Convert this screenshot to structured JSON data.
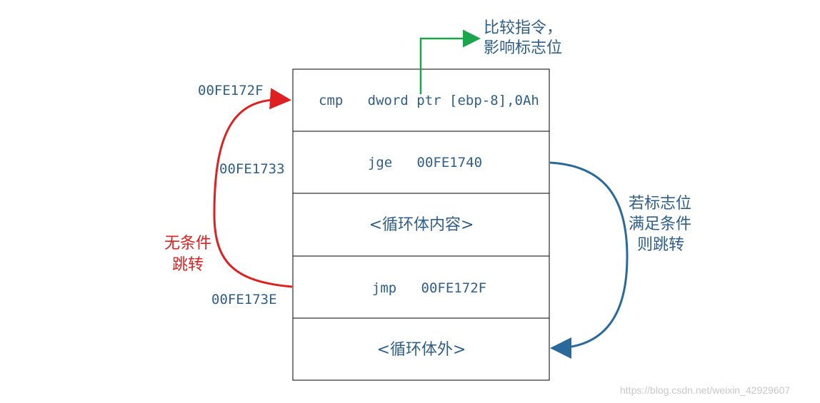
{
  "blocks": [
    {
      "label": "cmp   dword ptr [ebp-8],0Ah"
    },
    {
      "label": "jge   00FE1740"
    },
    {
      "label": "<循环体内容>"
    },
    {
      "label": "jmp   00FE172F"
    },
    {
      "label": "<循环体外>"
    }
  ],
  "addresses": {
    "cmp": "00FE172F",
    "jge": "00FE1733",
    "jmp": "00FE173E"
  },
  "annotations": {
    "compare_line1": "比较指令，",
    "compare_line2": "影响标志位",
    "unconditional_line1": "无条件",
    "unconditional_line2": "跳转",
    "conditional_line1": "若标志位",
    "conditional_line2": "满足条件",
    "conditional_line3": "则跳转"
  },
  "watermark": "https://blog.csdn.net/weixin_42929607",
  "colors": {
    "text_blue": "#2e5f8a",
    "arrow_green": "#1aa64a",
    "arrow_red": "#e02020",
    "arrow_blue": "#2a6a9a",
    "box_border": "#000000"
  }
}
